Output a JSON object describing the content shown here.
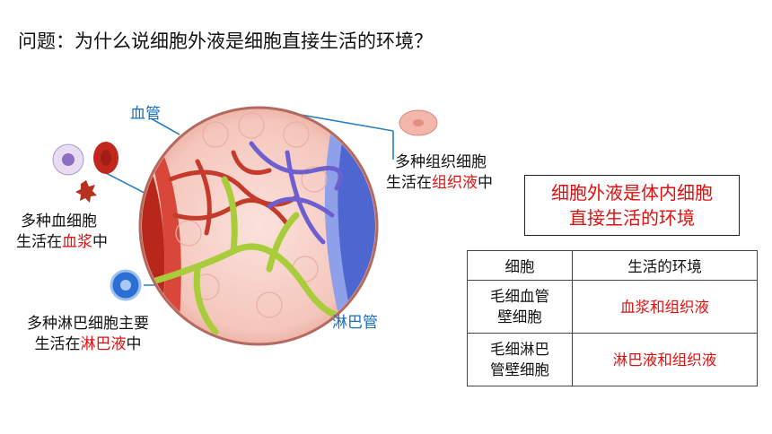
{
  "question": "问题：为什么说细胞外液是细胞直接生活的环境？",
  "labels": {
    "blood_vessel": "血管",
    "lymph_vessel": "淋巴管",
    "tissue_cells_line1": "多种组织细胞",
    "tissue_cells_line2_pre": "生活在",
    "tissue_cells_line2_red": "组织液",
    "tissue_cells_line2_post": "中",
    "blood_cells_line1": "多种血细胞",
    "blood_cells_line2_pre": "生活在",
    "blood_cells_line2_red": "血浆",
    "blood_cells_line2_post": "中",
    "lymph_cells_line1": "多种淋巴细胞主要",
    "lymph_cells_line2_pre": "生活在",
    "lymph_cells_line2_red": "淋巴液",
    "lymph_cells_line2_post": "中"
  },
  "key_point": {
    "line1": "细胞外液是体内细胞",
    "line2": "直接生活的环境"
  },
  "table": {
    "headers": [
      "细胞",
      "生活的环境"
    ],
    "rows": [
      {
        "cell_line1": "毛细血管",
        "cell_line2": "壁细胞",
        "environment": "血浆和组织液"
      },
      {
        "cell_line1": "毛细淋巴",
        "cell_line2": "管壁细胞",
        "environment": "淋巴液和组织液"
      }
    ]
  },
  "colors": {
    "highlight_red": "#e01010",
    "label_blue": "#1a6fb8",
    "blood_vessel_red": "#c0281e",
    "vein_blue": "#5b6ed6",
    "lymph_green": "#a8cc3a"
  }
}
